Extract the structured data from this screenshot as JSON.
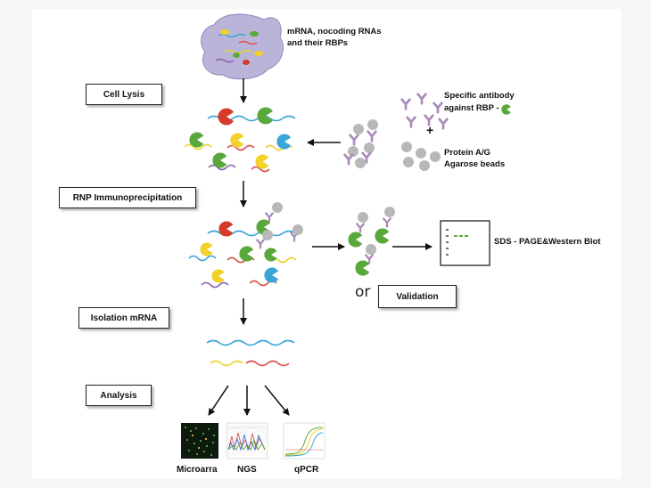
{
  "steps": {
    "cell_lysis": "Cell  Lysis",
    "rnp_ip": "RNP Immunoprecipitation",
    "isolation": "Isolation mRNA",
    "analysis": "Analysis",
    "validation": "Validation"
  },
  "labels": {
    "cell_line1": "mRNA,  nocoding  RNAs",
    "cell_line2": "and their RBPs",
    "antibody_line1": "Specific antibody",
    "antibody_line2": "against RBP -",
    "plus": "+",
    "beads_line1": "Protein A/G",
    "beads_line2": "Agarose   beads",
    "western": "SDS - PAGE&Western  Blot",
    "or": "or"
  },
  "outputs": {
    "microarray": "Microarra",
    "ngs": "NGS",
    "qpcr": "qPCR"
  },
  "colors": {
    "rna_blue": "#3aa6d8",
    "rna_yellow": "#e8d530",
    "rna_red": "#d9534f",
    "rna_purple": "#8e5fb0",
    "rbp_green": "#5aa83b",
    "rbp_red": "#d63a2a",
    "rbp_yellow": "#f2d22a",
    "rbp_blue": "#3aa6d8",
    "bead_gray": "#b8b8b8",
    "antibody_purple": "#a98ab8"
  }
}
